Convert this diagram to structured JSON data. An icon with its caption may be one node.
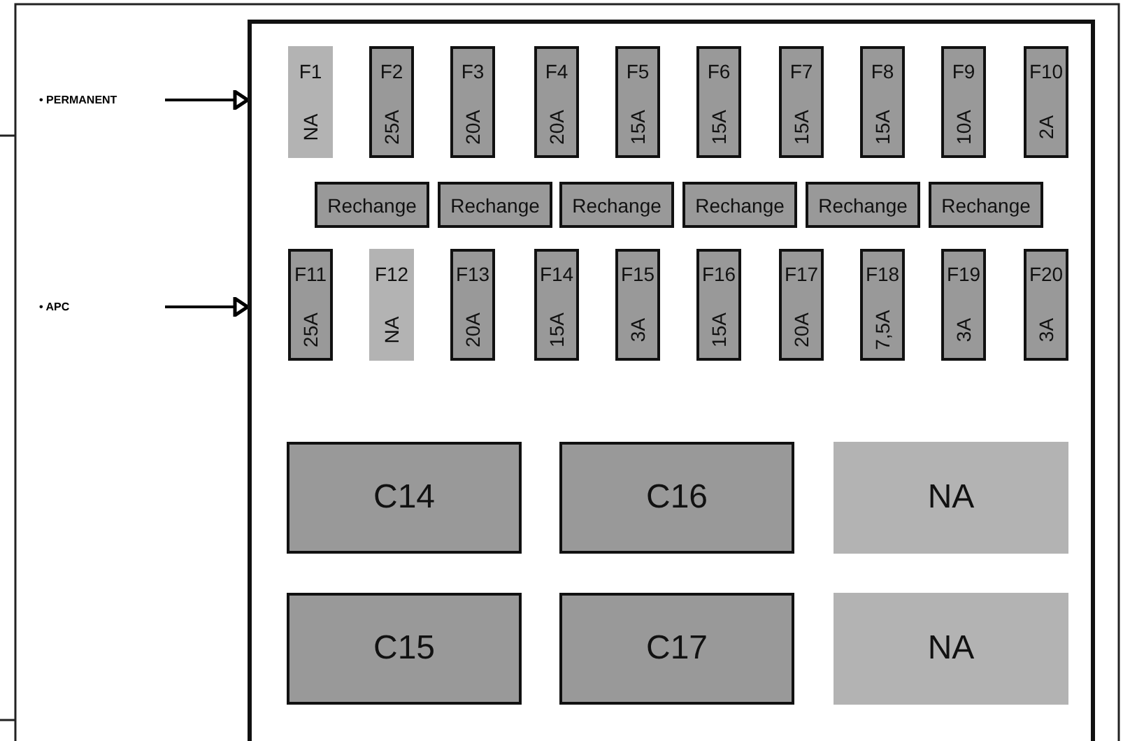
{
  "diagram": {
    "nodes": [
      {
        "text": [
          "• PERMANENT"
        ]
      },
      {
        "text": [
          "• APC"
        ]
      },
      {
        "text": [],
        "shape": "box"
      },
      {
        "text": [
          "F1",
          "NA"
        ],
        "in": 2
      },
      {
        "text": [
          "F2",
          "25A"
        ],
        "in": 2
      },
      {
        "text": [
          "F3",
          "20A"
        ],
        "in": 2
      },
      {
        "text": [
          "F4",
          "20A"
        ],
        "in": 2
      },
      {
        "text": [
          "F5",
          "15A"
        ],
        "in": 2
      },
      {
        "text": [
          "F6",
          "15A"
        ],
        "in": 2
      },
      {
        "text": [
          "F7",
          "15A"
        ],
        "in": 2
      },
      {
        "text": [
          "F8",
          "15A"
        ],
        "in": 2
      },
      {
        "text": [
          "F9",
          "10A"
        ],
        "in": 2
      },
      {
        "text": [
          "F10",
          "2A"
        ],
        "in": 2
      },
      {
        "text": [
          "Rechange"
        ],
        "in": 2
      },
      {
        "text": [
          "Rechange"
        ],
        "in": 2
      },
      {
        "text": [
          "Rechange"
        ],
        "in": 2
      },
      {
        "text": [
          "Rechange"
        ],
        "in": 2
      },
      {
        "text": [
          "Rechange"
        ],
        "in": 2
      },
      {
        "text": [
          "Rechange"
        ],
        "in": 2
      },
      {
        "text": [
          "F11",
          "25A"
        ],
        "in": 2
      },
      {
        "text": [
          "F12",
          "NA"
        ],
        "in": 2
      },
      {
        "text": [
          "F13",
          "20A"
        ],
        "in": 2
      },
      {
        "text": [
          "F14",
          "15A"
        ],
        "in": 2
      },
      {
        "text": [
          "F15",
          "3A"
        ],
        "in": 2
      },
      {
        "text": [
          "F16",
          "15A"
        ],
        "in": 2
      },
      {
        "text": [
          "F17",
          "20A"
        ],
        "in": 2
      },
      {
        "text": [
          "F18",
          "7,5A"
        ],
        "in": 2
      },
      {
        "text": [
          "F19",
          "3A"
        ],
        "in": 2
      },
      {
        "text": [
          "F20",
          "3A"
        ],
        "in": 2
      },
      {
        "text": [
          "C14"
        ],
        "in": 2
      },
      {
        "text": [
          "C16"
        ],
        "in": 2
      },
      {
        "text": [
          "NA"
        ],
        "in": 2
      },
      {
        "text": [
          "C15"
        ],
        "in": 2
      },
      {
        "text": [
          "C17"
        ],
        "in": 2
      },
      {
        "text": [
          "NA"
        ],
        "in": 2
      }
    ],
    "edges": [
      {
        "from": 0,
        "to": 2,
        "arrow": "to"
      },
      {
        "from": 1,
        "to": 2,
        "arrow": "to"
      }
    ]
  }
}
